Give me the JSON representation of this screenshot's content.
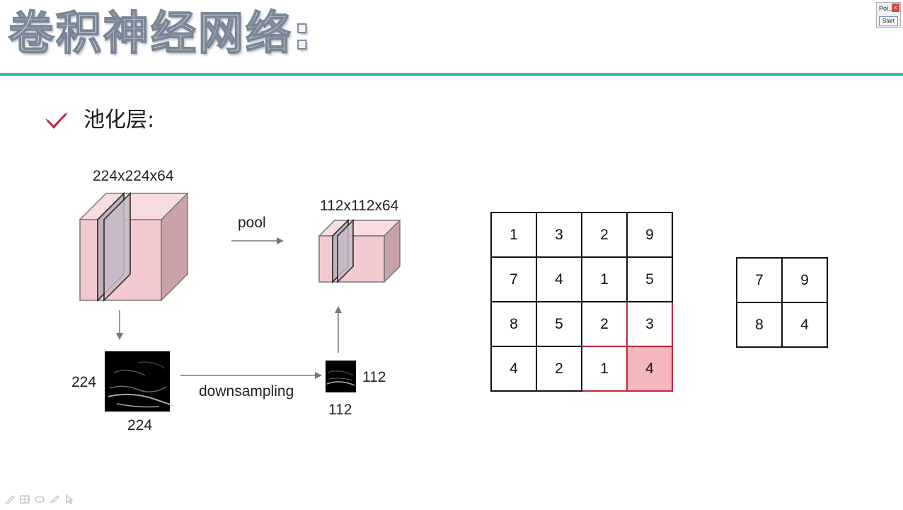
{
  "slide": {
    "title": "卷积神经网络:",
    "bullet_text": "池化层:",
    "accent_color": "#3dbab0"
  },
  "pointer_tool": {
    "title": "Poi...",
    "close_label": "x",
    "start_label": "Start"
  },
  "diagram": {
    "input_volume_label": "224x224x64",
    "output_volume_label": "112x112x64",
    "pool_label": "pool",
    "downsampling_label": "downsampling",
    "input_height_label": "224",
    "input_width_label": "224",
    "output_height_label": "112",
    "output_width_label": "112",
    "volume_color": "#f2c9cf"
  },
  "input_grid": [
    [
      "1",
      "3",
      "2",
      "9"
    ],
    [
      "7",
      "4",
      "1",
      "5"
    ],
    [
      "8",
      "5",
      "2",
      "3"
    ],
    [
      "4",
      "2",
      "1",
      "4"
    ]
  ],
  "output_grid": [
    [
      "7",
      "9"
    ],
    [
      "8",
      "4"
    ]
  ],
  "highlight": {
    "region_color": "#c0263d",
    "max_cell_color": "#f4b7be"
  },
  "bottom_toolbar": {
    "icons": [
      "pen-icon",
      "grid-icon",
      "eraser-icon",
      "highlighter-icon",
      "cursor-icon"
    ]
  }
}
